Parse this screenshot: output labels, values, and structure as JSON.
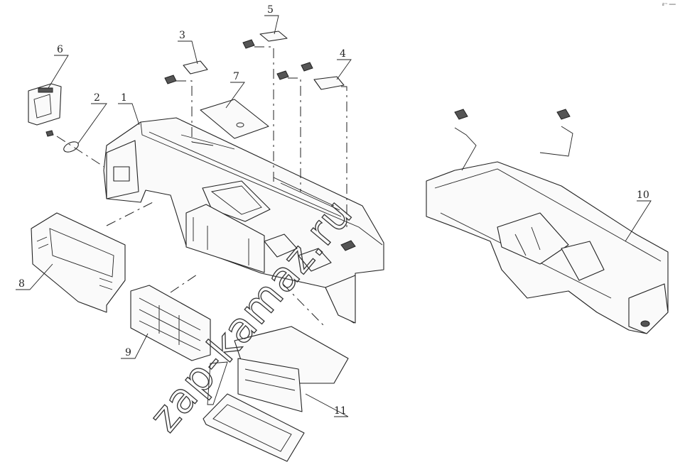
{
  "callouts": [
    "1",
    "2",
    "3",
    "4",
    "5",
    "6",
    "7",
    "8",
    "9",
    "10",
    "11"
  ],
  "watermark": "zap-kamaz.ru",
  "corner_mark": "₽™ ═══"
}
